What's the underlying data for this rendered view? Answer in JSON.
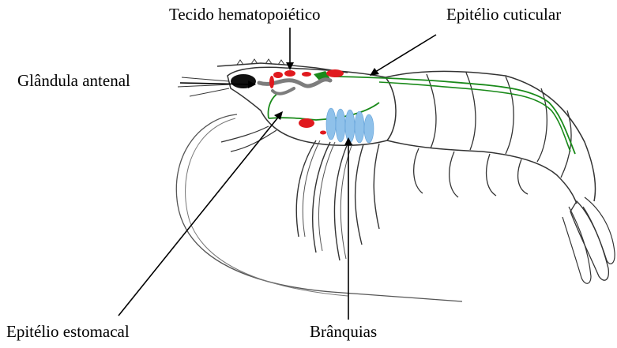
{
  "labels": {
    "tecido": "Tecido hematopoiético",
    "cuticular": "Epitélio cuticular",
    "antenal": "Glândula antenal",
    "estomacal": "Epitélio estomacal",
    "branquias": "Brânquias"
  },
  "colors": {
    "outline": "#333333",
    "tissue": "#e0191e",
    "epithelium": "#1a8a1a",
    "gland": "#7d7d7d",
    "gills": "#8fc1ea",
    "pointer": "#000000"
  }
}
